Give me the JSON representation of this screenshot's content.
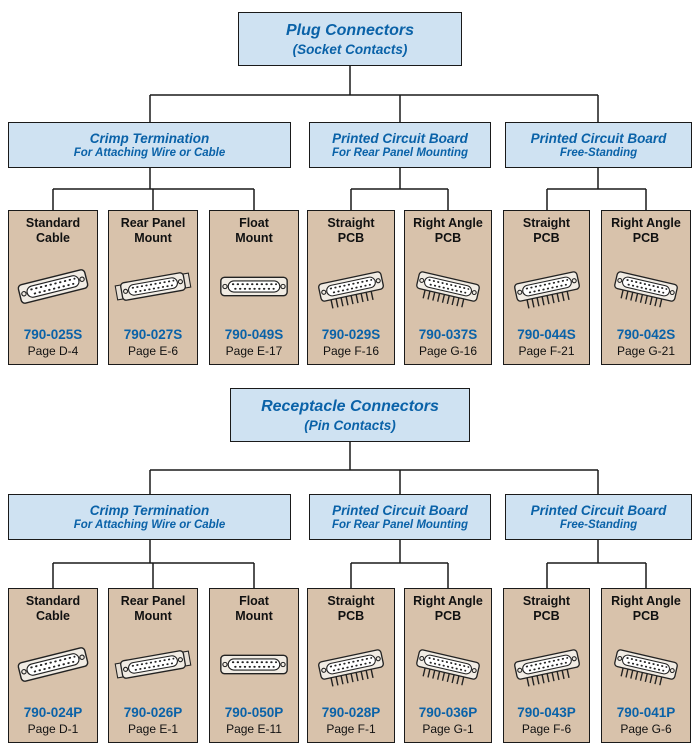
{
  "palette": {
    "node_background": "#cfe2f2",
    "node_text_blue": "#0a62a8",
    "card_background": "#d8c2ab",
    "part_number_blue": "#0a62a8",
    "line_color": "#1a1a1a"
  },
  "sections": [
    {
      "root": {
        "line1": "Plug Connectors",
        "line2": "(Socket Contacts)"
      },
      "categories": [
        {
          "line1": "Crimp Termination",
          "line2": "For Attaching Wire or Cable"
        },
        {
          "line1": "Printed Circuit Board",
          "line2": "For Rear Panel Mounting"
        },
        {
          "line1": "Printed Circuit Board",
          "line2": "Free-Standing"
        }
      ],
      "cards": [
        {
          "title1": "Standard",
          "title2": "Cable",
          "part": "790-025S",
          "page": "Page D-4",
          "icon": "dsub-standard-cable-illustration"
        },
        {
          "title1": "Rear Panel",
          "title2": "Mount",
          "part": "790-027S",
          "page": "Page E-6",
          "icon": "dsub-rear-panel-mount-illustration"
        },
        {
          "title1": "Float",
          "title2": "Mount",
          "part": "790-049S",
          "page": "Page E-17",
          "icon": "dsub-float-mount-illustration"
        },
        {
          "title1": "Straight",
          "title2": "PCB",
          "part": "790-029S",
          "page": "Page F-16",
          "icon": "dsub-straight-pcb-illustration"
        },
        {
          "title1": "Right Angle",
          "title2": "PCB",
          "part": "790-037S",
          "page": "Page G-16",
          "icon": "dsub-right-angle-pcb-illustration"
        },
        {
          "title1": "Straight",
          "title2": "PCB",
          "part": "790-044S",
          "page": "Page F-21",
          "icon": "dsub-straight-pcb-illustration"
        },
        {
          "title1": "Right Angle",
          "title2": "PCB",
          "part": "790-042S",
          "page": "Page G-21",
          "icon": "dsub-right-angle-pcb-illustration"
        }
      ]
    },
    {
      "root": {
        "line1": "Receptacle Connectors",
        "line2": "(Pin Contacts)"
      },
      "categories": [
        {
          "line1": "Crimp Termination",
          "line2": "For Attaching Wire or Cable"
        },
        {
          "line1": "Printed Circuit Board",
          "line2": "For Rear Panel Mounting"
        },
        {
          "line1": "Printed Circuit Board",
          "line2": "Free-Standing"
        }
      ],
      "cards": [
        {
          "title1": "Standard",
          "title2": "Cable",
          "part": "790-024P",
          "page": "Page D-1",
          "icon": "dsub-standard-cable-illustration"
        },
        {
          "title1": "Rear Panel",
          "title2": "Mount",
          "part": "790-026P",
          "page": "Page E-1",
          "icon": "dsub-rear-panel-mount-illustration"
        },
        {
          "title1": "Float",
          "title2": "Mount",
          "part": "790-050P",
          "page": "Page E-11",
          "icon": "dsub-float-mount-illustration"
        },
        {
          "title1": "Straight",
          "title2": "PCB",
          "part": "790-028P",
          "page": "Page F-1",
          "icon": "dsub-straight-pcb-illustration"
        },
        {
          "title1": "Right Angle",
          "title2": "PCB",
          "part": "790-036P",
          "page": "Page G-1",
          "icon": "dsub-right-angle-pcb-illustration"
        },
        {
          "title1": "Straight",
          "title2": "PCB",
          "part": "790-043P",
          "page": "Page F-6",
          "icon": "dsub-straight-pcb-illustration"
        },
        {
          "title1": "Right Angle",
          "title2": "PCB",
          "part": "790-041P",
          "page": "Page G-6",
          "icon": "dsub-right-angle-pcb-illustration"
        }
      ]
    }
  ]
}
